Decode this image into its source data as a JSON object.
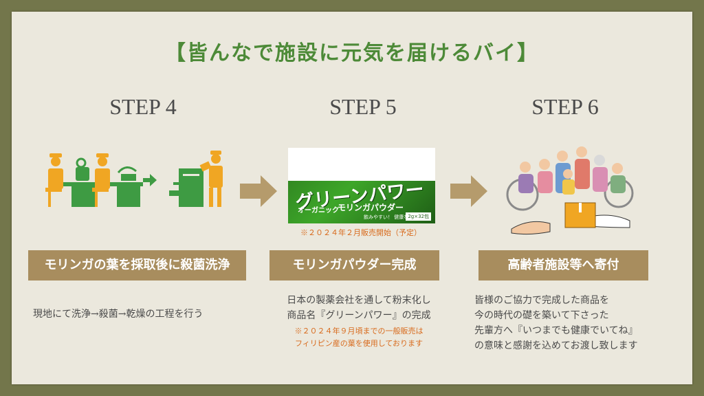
{
  "title": "【皆んなで施設に元気を届けるバイ】",
  "steps": [
    {
      "label": "STEP 4",
      "banner": "モリンガの葉を採取後に殺菌洗浄",
      "desc": [
        "現地にて洗浄→殺菌→乾燥の工程を行う"
      ],
      "notes": []
    },
    {
      "label": "STEP 5",
      "banner": "モリンガパウダー完成",
      "product_note": "※２０２４年２月販売開始（予定）",
      "desc": [
        "日本の製薬会社を通して粉末化し",
        "商品名『グリーンパワー』の完成"
      ],
      "notes": [
        "※２０２４年９月頃までの一般販売は",
        "フィリピン産の葉を使用しております"
      ]
    },
    {
      "label": "STEP 6",
      "banner": "高齢者施設等へ寄付",
      "desc": [
        "皆様のご協力で完成した商品を",
        "今の時代の礎を築いて下さった",
        "先輩方へ『いつまでも健康でいてね』",
        "の意味と感謝を込めてお渡し致します"
      ],
      "notes": []
    }
  ],
  "product": {
    "name": "グリーンパワー",
    "line1": "オーガニック",
    "line2": "モリンガパウダー",
    "small": "飲みやすい！ 健康な栄養！",
    "tag": "2g×32包"
  },
  "colors": {
    "title_green": "#4d8a38",
    "banner_brown": "#a88d5e",
    "arrow_tan": "#b59b6c",
    "note_orange": "#d86a1c",
    "paper": "#ebe8dd",
    "frame": "#73764b",
    "icon_green": "#3e9b43",
    "icon_orange": "#f0a623"
  }
}
